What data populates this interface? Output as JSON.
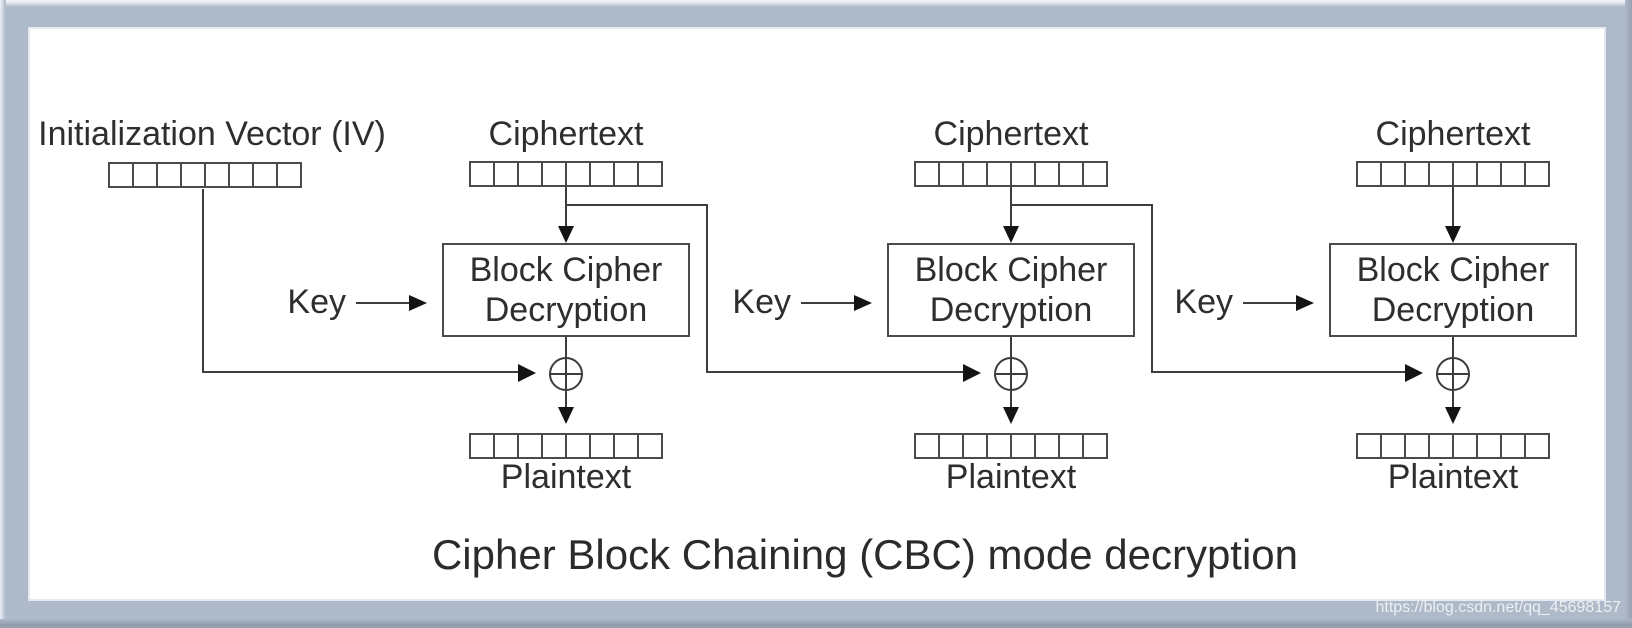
{
  "figure": {
    "title": "Cipher Block Chaining (CBC) mode decryption",
    "watermark": "https://blog.csdn.net/qq_45698157"
  },
  "iv": {
    "label": "Initialization Vector (IV)",
    "cells": 8
  },
  "columns": [
    {
      "ciphertext_label": "Ciphertext",
      "key_label": "Key",
      "box_line1": "Block Cipher",
      "box_line2": "Decryption",
      "plaintext_label": "Plaintext",
      "ciphertext_cells": 8,
      "plaintext_cells": 8
    },
    {
      "ciphertext_label": "Ciphertext",
      "key_label": "Key",
      "box_line1": "Block Cipher",
      "box_line2": "Decryption",
      "plaintext_label": "Plaintext",
      "ciphertext_cells": 8,
      "plaintext_cells": 8
    },
    {
      "ciphertext_label": "Ciphertext",
      "key_label": "Key",
      "box_line1": "Block Cipher",
      "box_line2": "Decryption",
      "plaintext_label": "Plaintext",
      "ciphertext_cells": 8,
      "plaintext_cells": 8
    }
  ],
  "colors": {
    "frame_face": "#aeb9c9",
    "frame_highlight": "#f4f6fa",
    "frame_shadow": "#8e99ab",
    "panel": "#ffffff",
    "line": "#3d3d3d",
    "text": "#2e2e2e"
  }
}
